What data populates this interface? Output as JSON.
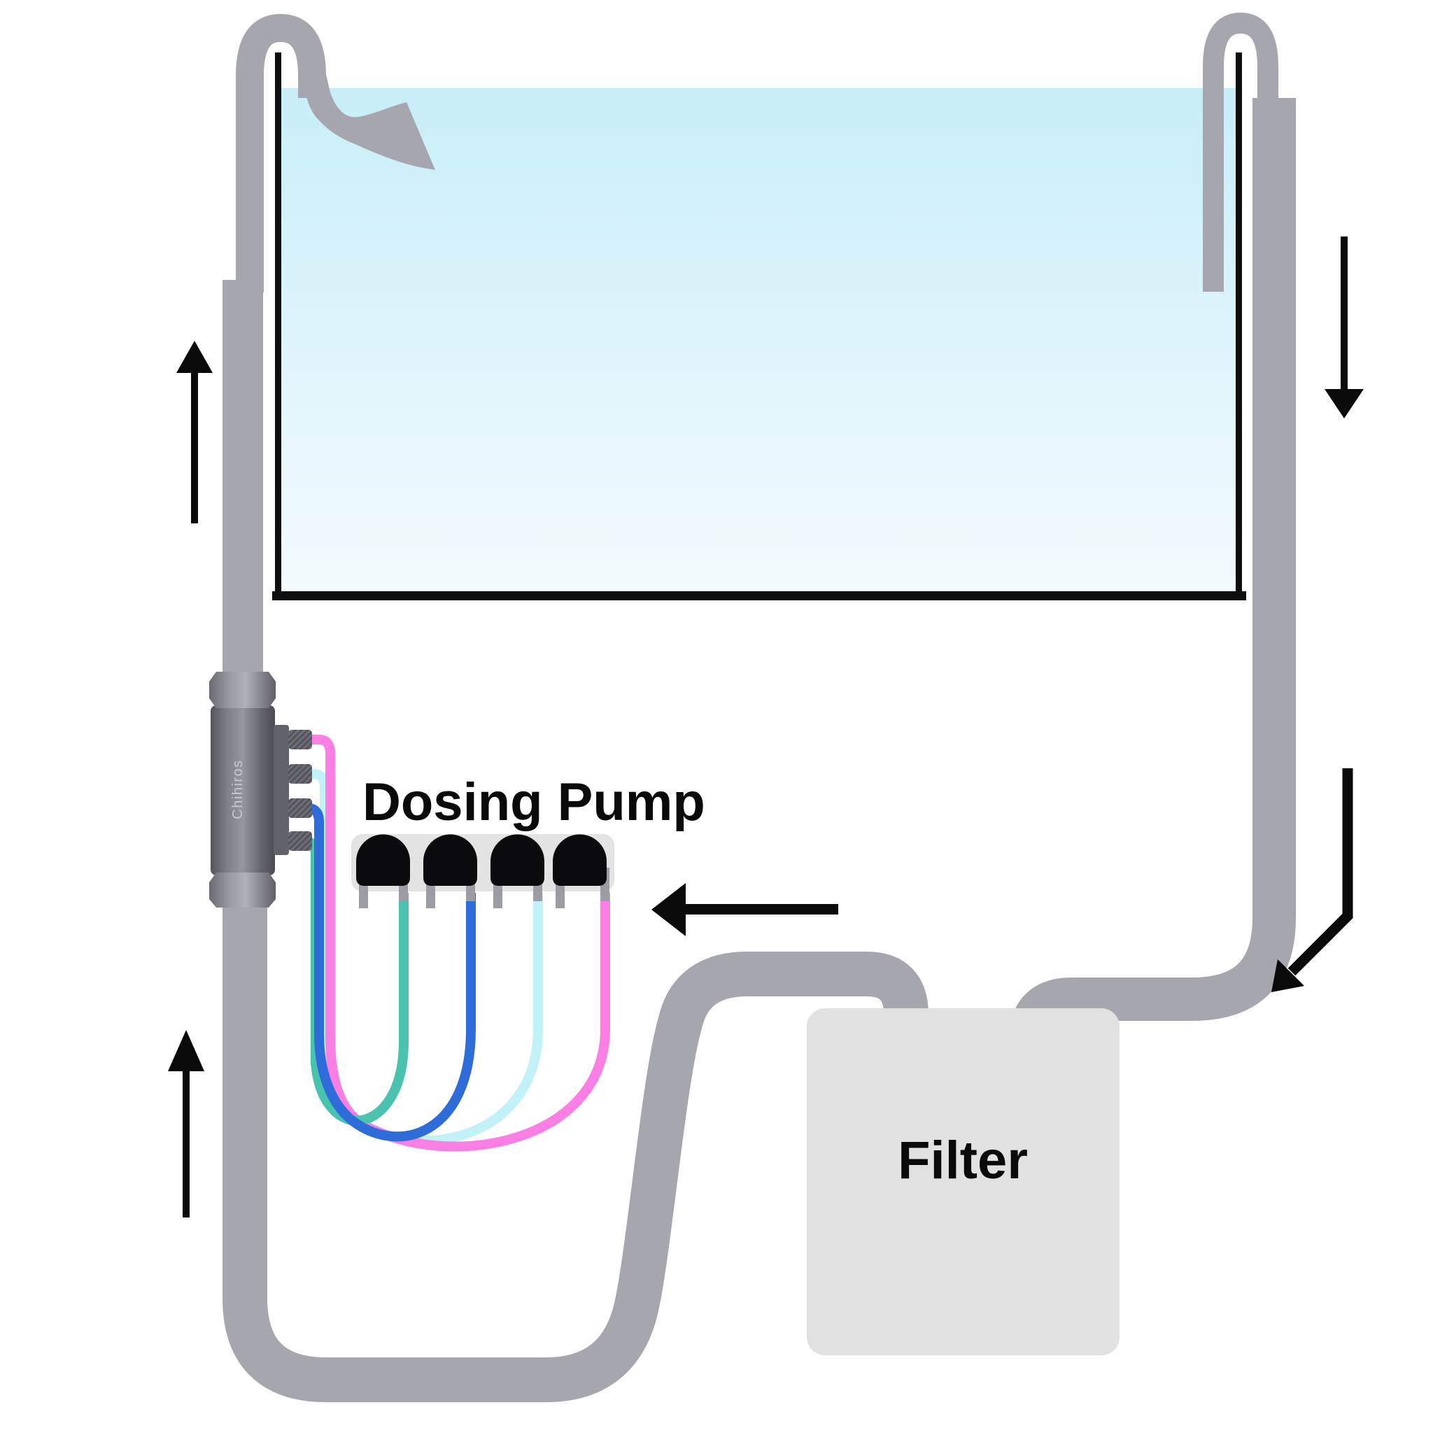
{
  "diagram": {
    "labels": {
      "dosing_pump": "Dosing Pump",
      "filter": "Filter",
      "device_brand": "Chihiros"
    },
    "colors": {
      "pipe_gray": "#A6A6AF",
      "water_top": "#C8EEF8",
      "water_bottom": "#F4FBFE",
      "glass_black": "#0E0E0E",
      "filter_fill": "#E1E1E2",
      "pump_base_fill": "#E3E3E4",
      "pump_head_black": "#0B0B0D",
      "stub_gray": "#9C9CA4",
      "tube_teal": "#49C2AE",
      "tube_blue": "#2D6CD9",
      "tube_cyan": "#C2F1F8",
      "tube_pink": "#FA7EE4",
      "arrow_black": "#0A0A0A",
      "label_black": "#0A0A0A",
      "device_text": "#C8C8CE",
      "port_plate": "#62626B"
    },
    "icons": {
      "arrow_up_return_top": "up-arrow (return flow to tank)",
      "arrow_up_return_bottom": "up-arrow (flow up from floor run)",
      "arrow_down_intake": "down-arrow (drain from tank)",
      "arrow_left_into_pump": "left-arrow (flow toward dosing pump)",
      "arrow_bent_into_filter": "bent-arrow (flow down into filter line)"
    }
  }
}
